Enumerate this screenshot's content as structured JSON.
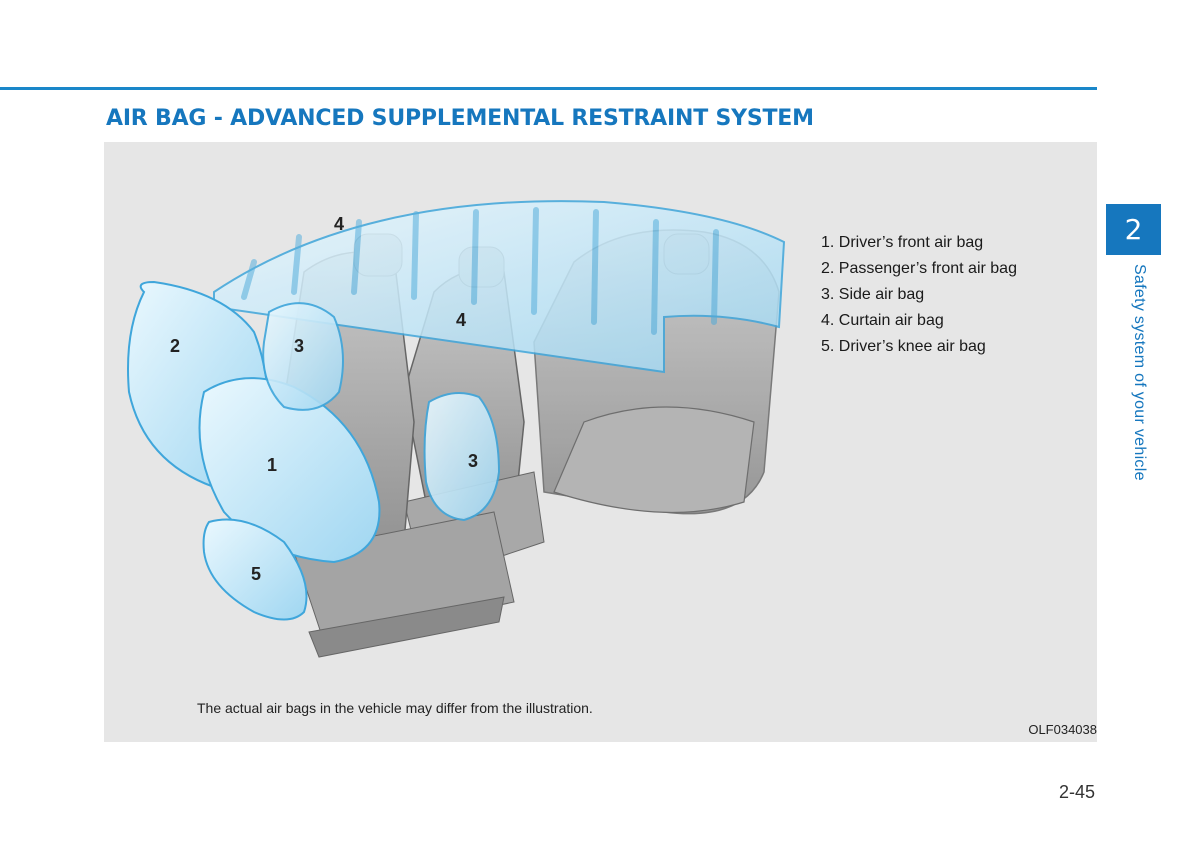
{
  "header": {
    "title": "AIR BAG - ADVANCED SUPPLEMENTAL RESTRAINT SYSTEM"
  },
  "figure": {
    "callouts": [
      "1",
      "2",
      "3",
      "3",
      "4",
      "4",
      "5"
    ],
    "legend": [
      "1. Driver’s front air bag",
      "2. Passenger’s front air bag",
      "3. Side air bag",
      "4. Curtain air bag",
      "5. Driver’s knee air bag"
    ],
    "caption": "The actual air bags in the vehicle may differ from the illustration.",
    "code": "OLF034038"
  },
  "sidebar": {
    "chapter": "2",
    "section": "Safety system of your vehicle"
  },
  "footer": {
    "page_number": "2-45"
  },
  "colors": {
    "accent": "#1677be",
    "airbag_fill": "#bfe6f7",
    "airbag_stroke": "#3fa6db",
    "figure_bg": "#e6e6e6"
  }
}
